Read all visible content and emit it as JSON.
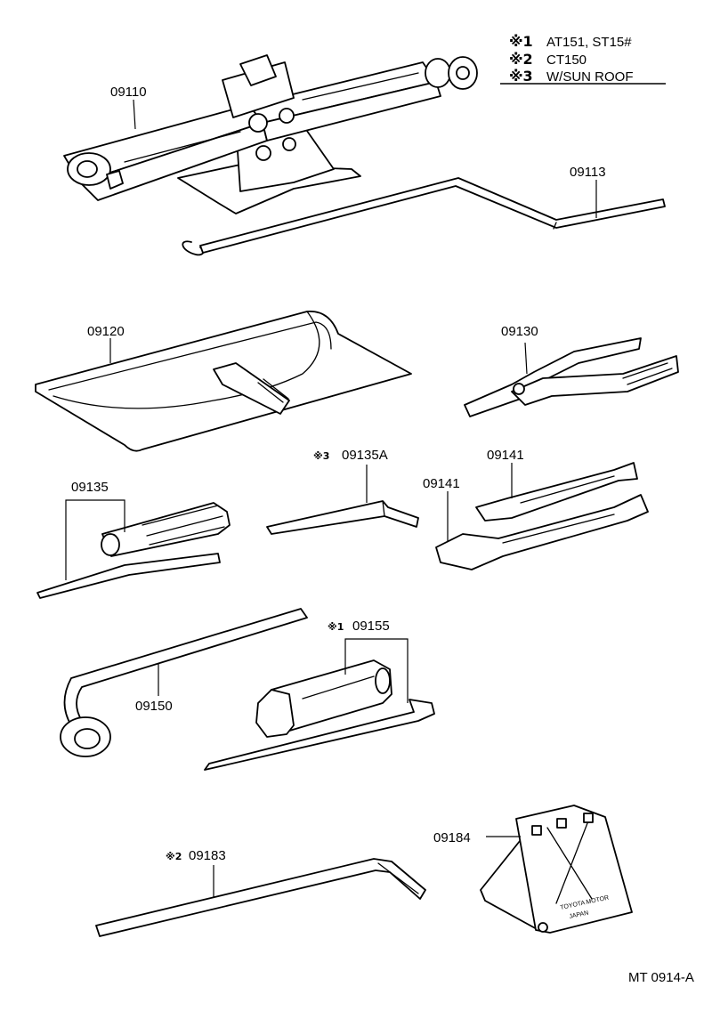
{
  "legend": {
    "items": [
      {
        "mark": "※1",
        "text": "AT151, ST15#"
      },
      {
        "mark": "※2",
        "text": "CT150"
      },
      {
        "mark": "※3",
        "text": "W/SUN ROOF"
      }
    ]
  },
  "parts": {
    "p09110": "09110",
    "p09113": "09113",
    "p09120": "09120",
    "p09130": "09130",
    "p09135A": {
      "mark": "※3",
      "number": "09135A"
    },
    "p09135": "09135",
    "p09141_a": "09141",
    "p09141_b": "09141",
    "p09150": "09150",
    "p09155": {
      "mark": "※1",
      "number": "09155"
    },
    "p09183": {
      "mark": "※2",
      "number": "09183"
    },
    "p09184": "09184"
  },
  "plate_text": [
    "TOYOTA MOTOR",
    "JAPAN"
  ],
  "figure_code": "MT 0914-A"
}
